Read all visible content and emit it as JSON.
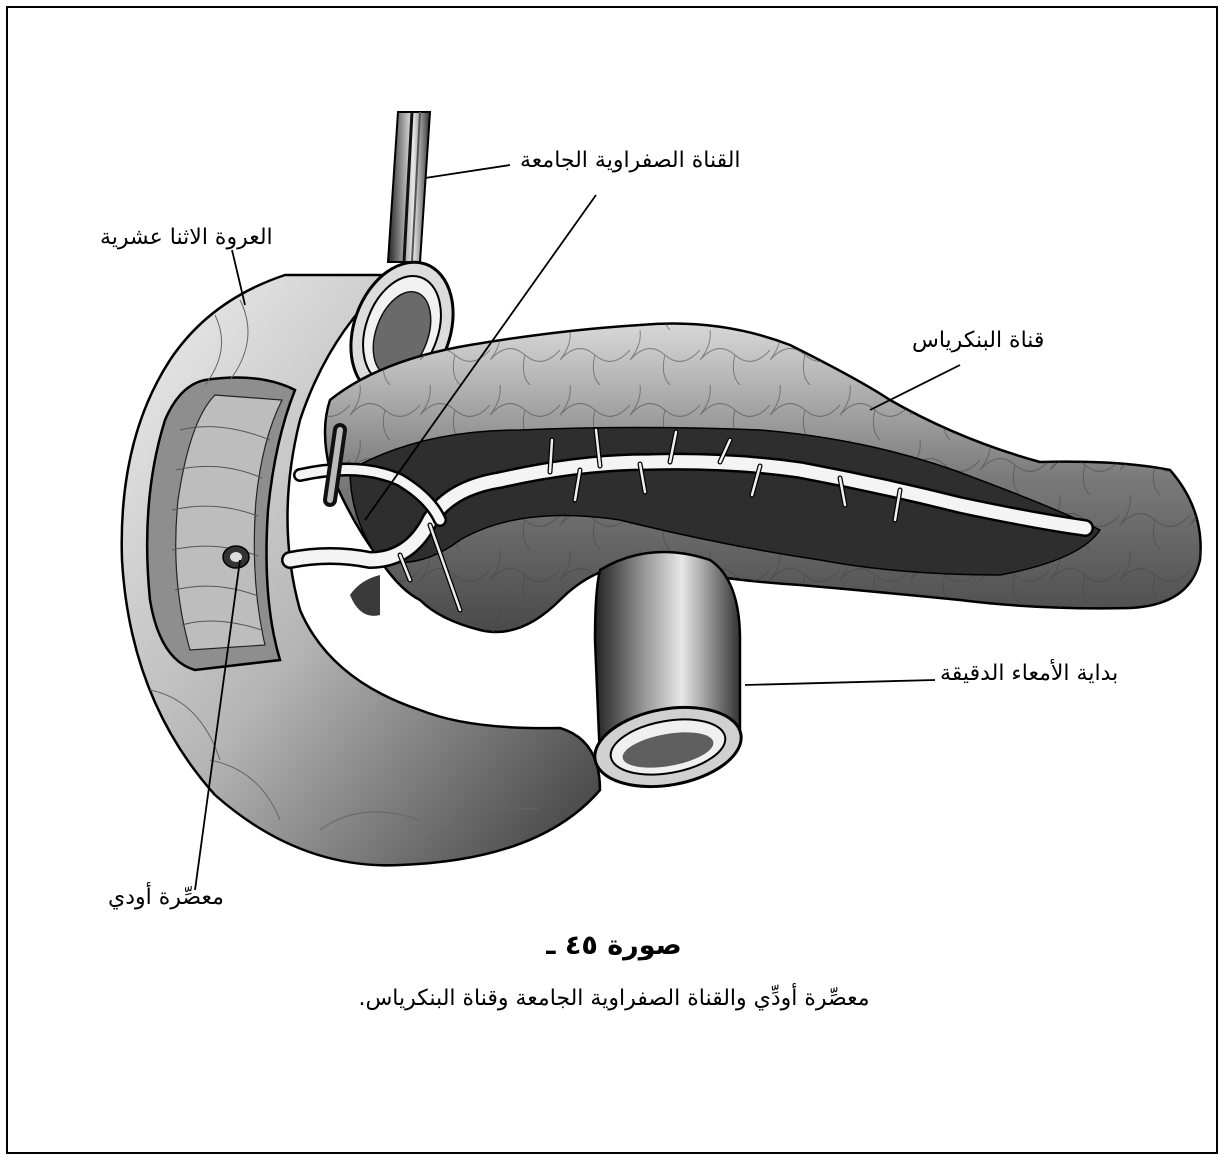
{
  "labels": {
    "common_bile_duct": "القناة الصفراوية الجامعة",
    "duodenal_loop": "العروة الاثنا عشرية",
    "pancreatic_duct": "قناة البنكرياس",
    "small_intestine_start": "بداية الأمعاء الدقيقة",
    "sphincter_of_oddi": "معصِّرة أودي"
  },
  "caption": {
    "title": "صورة ٤٥ ـ",
    "text": "معصِّرة أودِّي والقناة الصفراوية الجامعة وقناة البنكرياس."
  }
}
